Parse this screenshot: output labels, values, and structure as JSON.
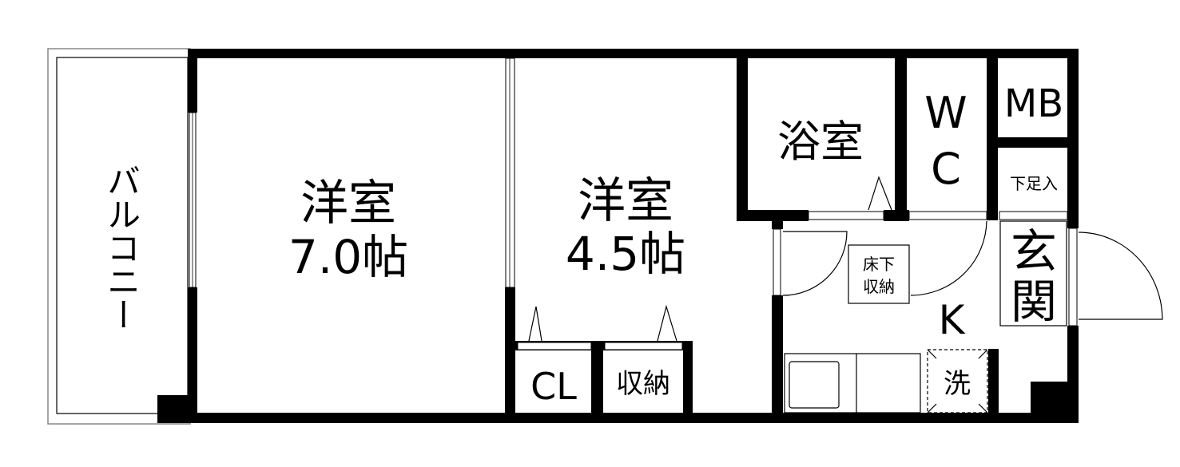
{
  "floorplan": {
    "rooms": {
      "balcony": "バルコニー",
      "western_room_1": {
        "name": "洋室",
        "size": "7.0帖"
      },
      "western_room_2": {
        "name": "洋室",
        "size": "4.5帖"
      },
      "bathroom": "浴室",
      "wc": {
        "line1": "W",
        "line2": "C"
      },
      "meter_box": "MB",
      "shoe_storage": "下足入",
      "entrance": {
        "line1": "玄",
        "line2": "関"
      },
      "kitchen": "K",
      "closet": "CL",
      "storage": "収納",
      "underfloor_storage": {
        "line1": "床下",
        "line2": "収納"
      },
      "washer": "洗"
    }
  }
}
